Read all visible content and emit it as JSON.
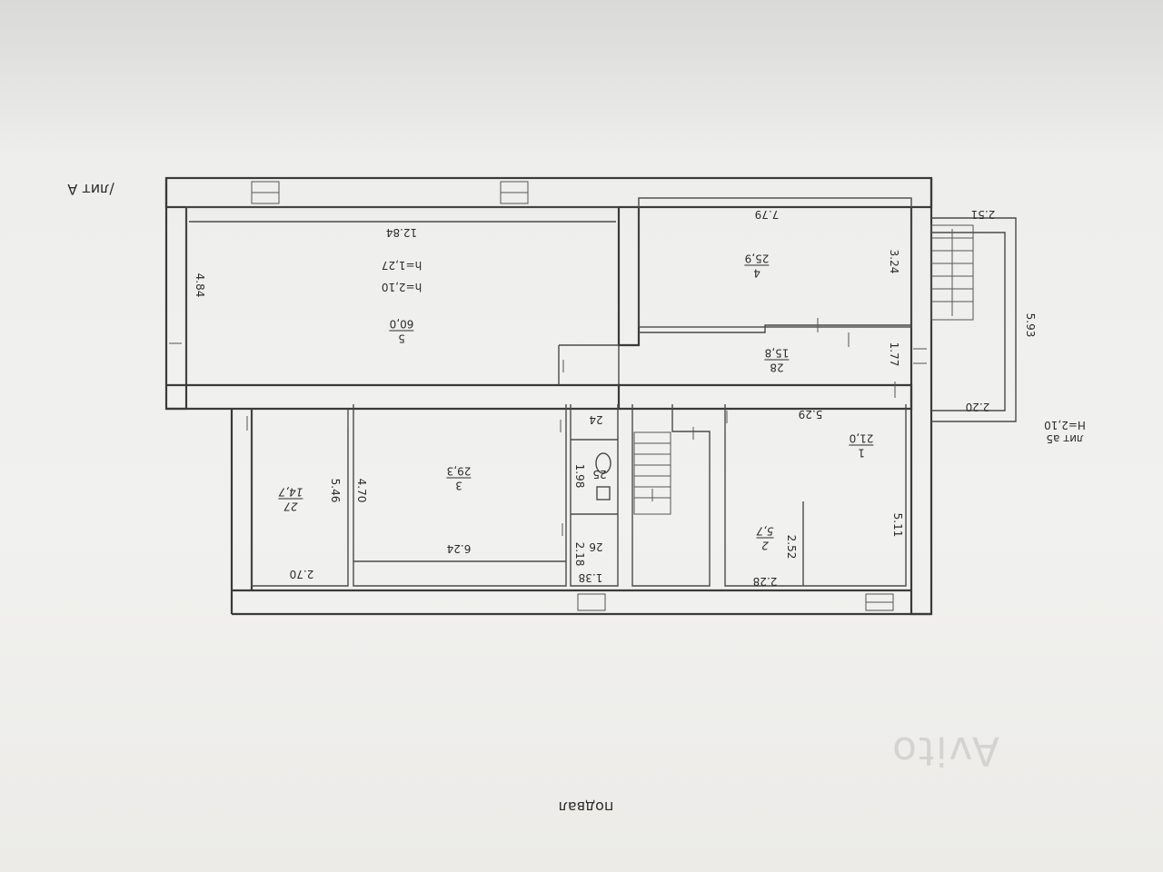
{
  "header": {
    "sheet_label": "/лит А"
  },
  "footer": {
    "floor_label": "подвал"
  },
  "watermark": "Avito",
  "annex": {
    "label": "лит а5",
    "height": "H=2,10"
  },
  "heights": {
    "h": "h=2,10",
    "h1": "h=1,27"
  },
  "rooms": [
    {
      "num": "5",
      "area": "60,0"
    },
    {
      "num": "4",
      "area": "25,9"
    },
    {
      "num": "28",
      "area": "15,8"
    },
    {
      "num": "1",
      "area": "21,0"
    },
    {
      "num": "2",
      "area": "5,7"
    },
    {
      "num": "3",
      "area": "29,3"
    },
    {
      "num": "27",
      "area": "14,7"
    },
    {
      "num": "25",
      "area": ""
    },
    {
      "num": "24",
      "area": ""
    },
    {
      "num": "26",
      "area": ""
    }
  ],
  "dimensions": {
    "d1284": "12.84",
    "d484": "4.84",
    "d779": "7.79",
    "d324": "3.24",
    "d177": "1.77",
    "d251": "2.51",
    "d593": "5.93",
    "d220": "2.20",
    "d529": "5.29",
    "d511": "5.11",
    "d252": "2.52",
    "d228": "2.28",
    "d624": "6.24",
    "d470": "4.70",
    "d546": "5.46",
    "d270": "2.70",
    "d198": "1.98",
    "d218": "2.18",
    "d138": "1.38"
  }
}
